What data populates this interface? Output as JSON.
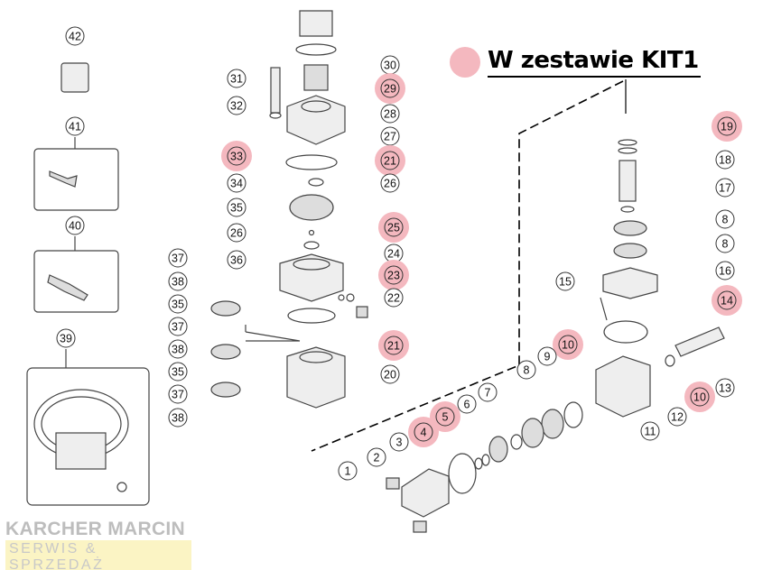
{
  "legend": {
    "label": "W zestawie KIT1",
    "highlight_color": "#f4b8bf"
  },
  "watermark": {
    "line1": "KARCHER MARCIN",
    "line2": "SERWIS & SPRZEDAŻ"
  },
  "callouts": [
    {
      "n": "42",
      "hl": false
    },
    {
      "n": "41",
      "hl": false
    },
    {
      "n": "40",
      "hl": false
    },
    {
      "n": "39",
      "hl": false
    },
    {
      "n": "31",
      "hl": false
    },
    {
      "n": "32",
      "hl": false
    },
    {
      "n": "33",
      "hl": true
    },
    {
      "n": "34",
      "hl": false
    },
    {
      "n": "35",
      "hl": false
    },
    {
      "n": "26",
      "hl": false
    },
    {
      "n": "36",
      "hl": false
    },
    {
      "n": "30",
      "hl": false
    },
    {
      "n": "29",
      "hl": true
    },
    {
      "n": "28",
      "hl": false
    },
    {
      "n": "27",
      "hl": false
    },
    {
      "n": "21",
      "hl": true
    },
    {
      "n": "26",
      "hl": false
    },
    {
      "n": "25",
      "hl": true
    },
    {
      "n": "24",
      "hl": false
    },
    {
      "n": "23",
      "hl": true
    },
    {
      "n": "22",
      "hl": false
    },
    {
      "n": "21",
      "hl": true
    },
    {
      "n": "20",
      "hl": false
    },
    {
      "n": "37",
      "hl": false
    },
    {
      "n": "38",
      "hl": false
    },
    {
      "n": "35",
      "hl": false
    },
    {
      "n": "37",
      "hl": false
    },
    {
      "n": "38",
      "hl": false
    },
    {
      "n": "35",
      "hl": false
    },
    {
      "n": "37",
      "hl": false
    },
    {
      "n": "38",
      "hl": false
    },
    {
      "n": "19",
      "hl": true
    },
    {
      "n": "18",
      "hl": false
    },
    {
      "n": "17",
      "hl": false
    },
    {
      "n": "8",
      "hl": false
    },
    {
      "n": "8",
      "hl": false
    },
    {
      "n": "16",
      "hl": false
    },
    {
      "n": "14",
      "hl": true
    },
    {
      "n": "13",
      "hl": false
    },
    {
      "n": "12",
      "hl": false
    },
    {
      "n": "11",
      "hl": false
    },
    {
      "n": "10",
      "hl": true
    },
    {
      "n": "15",
      "hl": false
    },
    {
      "n": "10",
      "hl": true
    },
    {
      "n": "9",
      "hl": false
    },
    {
      "n": "8",
      "hl": false
    },
    {
      "n": "7",
      "hl": false
    },
    {
      "n": "6",
      "hl": false
    },
    {
      "n": "5",
      "hl": true
    },
    {
      "n": "4",
      "hl": true
    },
    {
      "n": "3",
      "hl": false
    },
    {
      "n": "2",
      "hl": false
    },
    {
      "n": "1",
      "hl": false
    }
  ]
}
